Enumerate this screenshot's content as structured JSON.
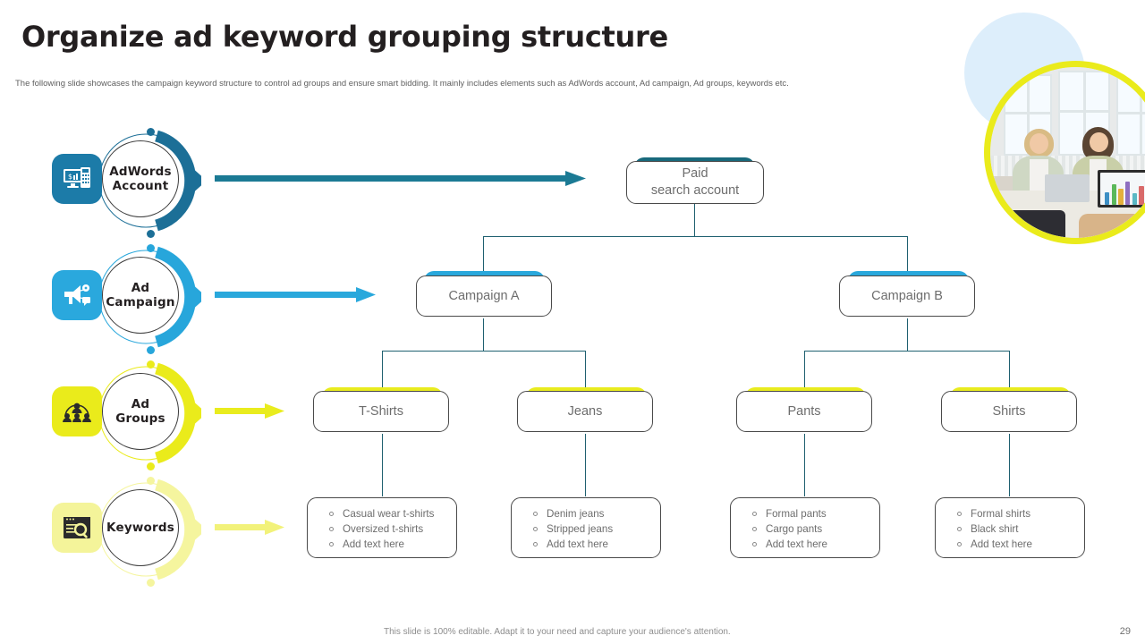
{
  "header": {
    "title": "Organize ad keyword grouping structure",
    "subtitle": "The following slide showcases the campaign keyword structure to control ad groups and ensure smart bidding. It mainly includes elements such as AdWords account, Ad campaign, Ad groups, keywords etc."
  },
  "colors": {
    "teal_dark": "#1f6f8b",
    "teal_deep": "#176b7d",
    "blue_mid": "#2aa3d6",
    "blue_light": "#29a8dc",
    "yellow": "#e9ec1e",
    "yellow_pale": "#f2f27a",
    "node_shadow_top": "#176b7d",
    "text_grey": "#6d6d6d"
  },
  "rail": {
    "items": [
      {
        "label": "AdWords\nAccount",
        "label_line1": "AdWords",
        "label_line2": "Account",
        "icon": "monitor-dollar-icon",
        "icon_bg": "#1c7ba8",
        "ring": "#1c6f97",
        "arrow": "#1b7a94",
        "arrow_len": 405
      },
      {
        "label": "Ad\nCampaign",
        "label_line1": "Ad",
        "label_line2": "Campaign",
        "icon": "megaphone-icon",
        "icon_bg": "#2aa8dd",
        "ring": "#27a6db",
        "arrow": "#29a8dc",
        "arrow_len": 175
      },
      {
        "label": "Ad\nGroups",
        "label_line1": "Ad",
        "label_line2": "Groups",
        "icon": "people-group-icon",
        "icon_bg": "#eaeb1b",
        "ring": "#eaeb1b",
        "arrow": "#e9ec1e",
        "arrow_len": 72
      },
      {
        "label": "Keywords",
        "label_line1": "Keywords",
        "label_line2": "",
        "icon": "keyword-search-icon",
        "icon_bg": "#f4f49a",
        "ring": "#f5f59e",
        "arrow": "#f2f27a",
        "arrow_len": 72
      }
    ]
  },
  "tree": {
    "root": {
      "line1": "Paid",
      "line2": "search account",
      "shadow": "#18697c"
    },
    "campaigns": [
      {
        "label": "Campaign A",
        "shadow": "#29a8dc"
      },
      {
        "label": "Campaign B",
        "shadow": "#29a8dc"
      }
    ],
    "adgroups": [
      {
        "label": "T-Shirts",
        "shadow": "#e9ec1e"
      },
      {
        "label": "Jeans",
        "shadow": "#e9ec1e"
      },
      {
        "label": "Pants",
        "shadow": "#e9ec1e"
      },
      {
        "label": "Shirts",
        "shadow": "#e9ec1e"
      }
    ],
    "keyword_lists": [
      {
        "items": [
          "Casual wear t-shirts",
          "Oversized t-shirts",
          "Add text here"
        ]
      },
      {
        "items": [
          "Denim jeans",
          "Stripped jeans",
          "Add text here"
        ]
      },
      {
        "items": [
          "Formal pants",
          "Cargo pants",
          "Add text here"
        ]
      },
      {
        "items": [
          "Formal shirts",
          "Black shirt",
          "Add text here"
        ]
      }
    ]
  },
  "footer": {
    "note": "This slide is 100% editable. Adapt it to your need and capture your audience's attention.",
    "page_number": "29"
  }
}
